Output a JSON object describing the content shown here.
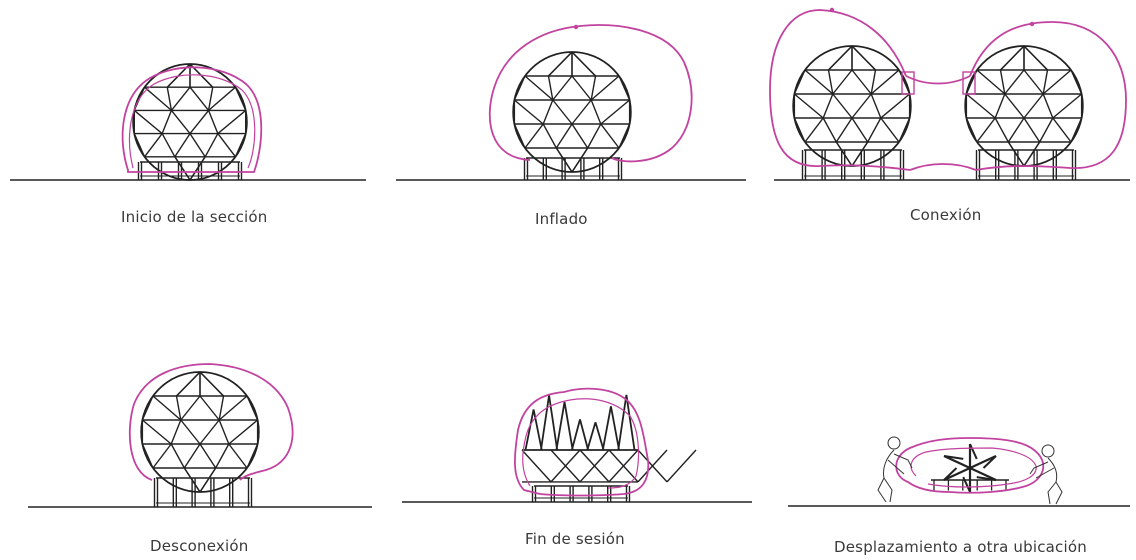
{
  "colors": {
    "membrane": "#c2429f",
    "structure": "#222222",
    "ground": "#222222",
    "caption": "#3a3a3a"
  },
  "panels": [
    {
      "caption": "Inicio de la sección"
    },
    {
      "caption": "Inflado"
    },
    {
      "caption": "Conexión"
    },
    {
      "caption": "Desconexión"
    },
    {
      "caption": "Fin de sesión"
    },
    {
      "caption": "Desplazamiento a otra ubicación"
    }
  ]
}
